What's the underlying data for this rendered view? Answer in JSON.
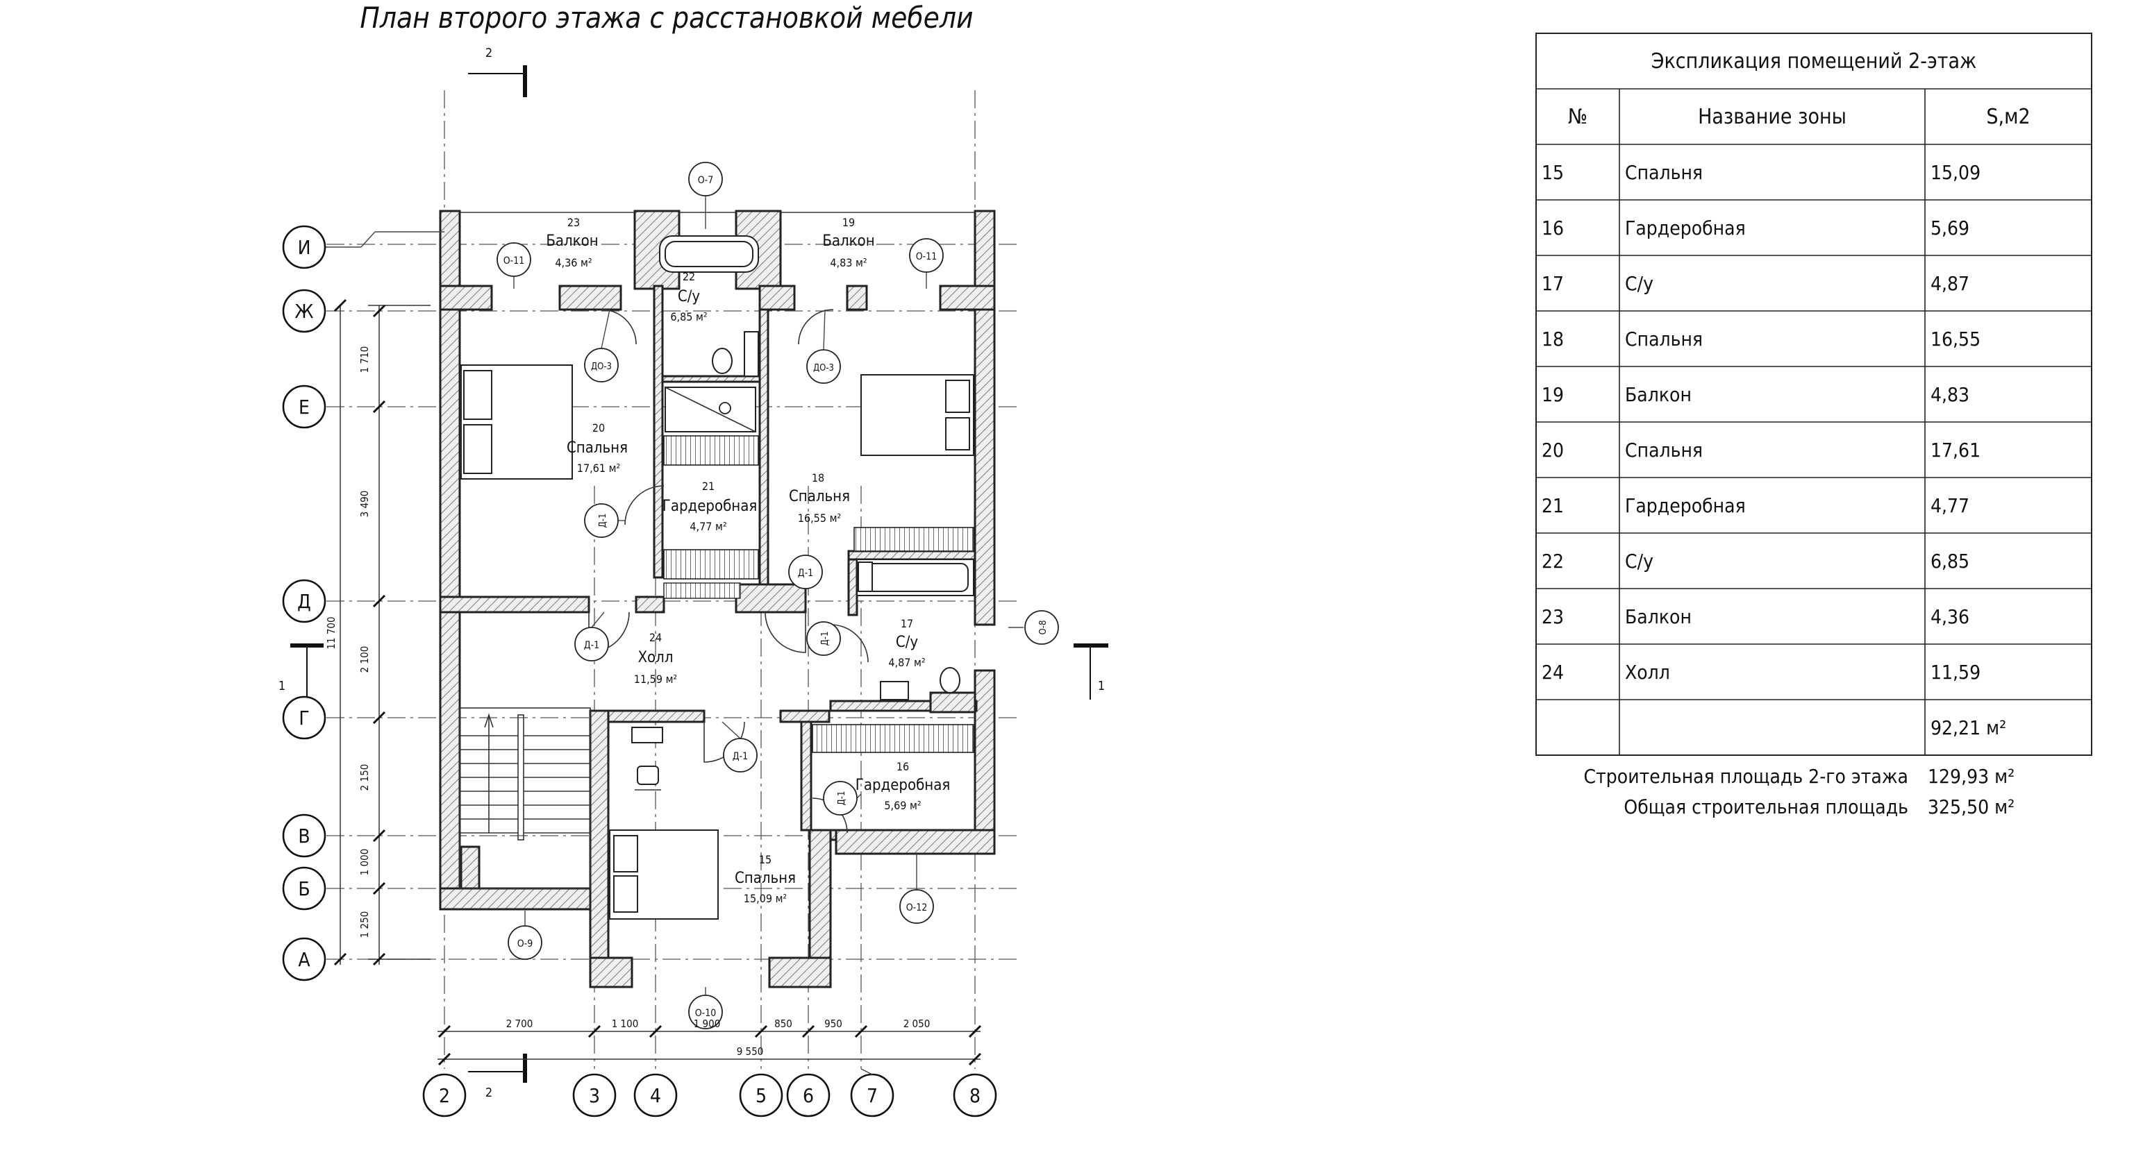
{
  "title": "План второго этажа с расстановкой мебели",
  "section_marks": {
    "top": "2",
    "bottom": "2",
    "left": "1",
    "right": "1"
  },
  "axes": {
    "letters": [
      "И",
      "Ж",
      "Е",
      "Д",
      "Г",
      "В",
      "Б",
      "А"
    ],
    "numbers": [
      "2",
      "3",
      "4",
      "5",
      "6",
      "7",
      "8"
    ]
  },
  "dimensions": {
    "left": [
      "1 710",
      "3 490",
      "2 100",
      "2 150",
      "1 000",
      "1 250"
    ],
    "left_total": "11 700",
    "bottom": [
      "2 700",
      "1 100",
      "1 900",
      "850",
      "950",
      "2 050"
    ],
    "bottom_total": "9 550"
  },
  "rooms": [
    {
      "num": "23",
      "name": "Балкон",
      "area": "4,36 м²"
    },
    {
      "num": "19",
      "name": "Балкон",
      "area": "4,83 м²"
    },
    {
      "num": "22",
      "name": "С/у",
      "area": "6,85 м²"
    },
    {
      "num": "20",
      "name": "Спальня",
      "area": "17,61 м²"
    },
    {
      "num": "21",
      "name": "Гардеробная",
      "area": "4,77 м²"
    },
    {
      "num": "18",
      "name": "Спальня",
      "area": "16,55 м²"
    },
    {
      "num": "24",
      "name": "Холл",
      "area": "11,59 м²"
    },
    {
      "num": "17",
      "name": "С/у",
      "area": "4,87 м²"
    },
    {
      "num": "16",
      "name": "Гардеробная",
      "area": "5,69 м²"
    },
    {
      "num": "15",
      "name": "Спальня",
      "area": "15,09 м²"
    }
  ],
  "opening_marks": {
    "window_top": "О-7",
    "window_left_balcony": "О-11",
    "window_right_balcony": "О-11",
    "window_east": "О-8",
    "window_south_right": "О-12",
    "window_stair": "О-9",
    "window_bedroom_15": "О-10",
    "door_balcony_left": "ДО-3",
    "door_balcony_right": "ДО-3",
    "door_hall_1": "Д-1",
    "door_hall_2": "Д-1",
    "door_hall_3": "Д-1",
    "door_wc": "Д-1",
    "door_dressing_21": "Д-1",
    "door_dressing_16": "Д-1"
  },
  "table": {
    "title": "Экспликация помещений  2-этаж",
    "headers": [
      "№",
      "Название зоны",
      "S,м2"
    ],
    "rows": [
      [
        "15",
        "Спальня",
        "15,09"
      ],
      [
        "16",
        "Гардеробная",
        "5,69"
      ],
      [
        "17",
        "С/у",
        "4,87"
      ],
      [
        "18",
        "Спальня",
        "16,55"
      ],
      [
        "19",
        "Балкон",
        "4,83"
      ],
      [
        "20",
        "Спальня",
        "17,61"
      ],
      [
        "21",
        "Гардеробная",
        "4,77"
      ],
      [
        "22",
        "С/у",
        "6,85"
      ],
      [
        "23",
        "Балкон",
        "4,36"
      ],
      [
        "24",
        "Холл",
        "11,59"
      ]
    ],
    "total": "92,21 м²"
  },
  "summary": [
    {
      "label": "Строительная площадь 2-го этажа",
      "value": "129,93  м²"
    },
    {
      "label": "Общая строительная площадь",
      "value": "325,50 м²"
    }
  ]
}
